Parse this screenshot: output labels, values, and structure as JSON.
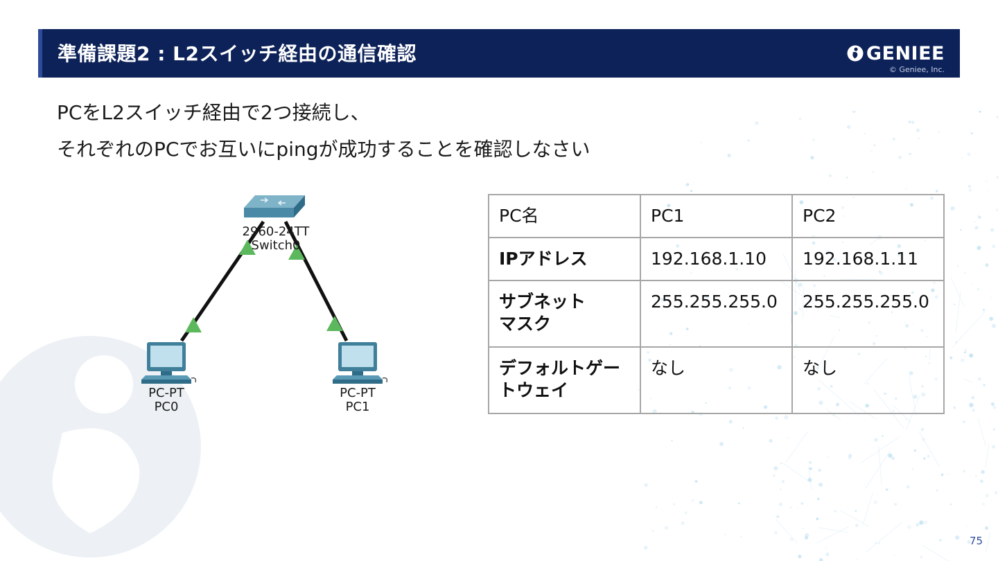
{
  "header": {
    "title": "準備課題2 : L2スイッチ経由の通信確認",
    "brand": "GENIEE",
    "copyright": "© Geniee, Inc."
  },
  "instructions": [
    "PCをL2スイッチ経由で2つ接続し、",
    "それぞれのPCでお互いにpingが成功することを確認しなさい"
  ],
  "topology": {
    "switch": {
      "model": "2960-24TT",
      "name": "Switch0"
    },
    "pcs": [
      {
        "model": "PC-PT",
        "name": "PC0"
      },
      {
        "model": "PC-PT",
        "name": "PC1"
      }
    ],
    "link_status_color": "#5cb85c"
  },
  "table": {
    "header": [
      "PC名",
      "PC1",
      "PC2"
    ],
    "rows": [
      {
        "label": "IPアドレス",
        "values": [
          "192.168.1.10",
          "192.168.1.11"
        ]
      },
      {
        "label": [
          "サブネット",
          "マスク"
        ],
        "values": [
          "255.255.255.0",
          "255.255.255.0"
        ]
      },
      {
        "label": [
          "デフォルトゲー",
          "トウェイ"
        ],
        "values": [
          "なし",
          "なし"
        ]
      }
    ]
  },
  "page_number": "75",
  "colors": {
    "header_bg": "#0d2259",
    "accent": "#2e4b9a",
    "table_border": "#a6a6a6"
  }
}
